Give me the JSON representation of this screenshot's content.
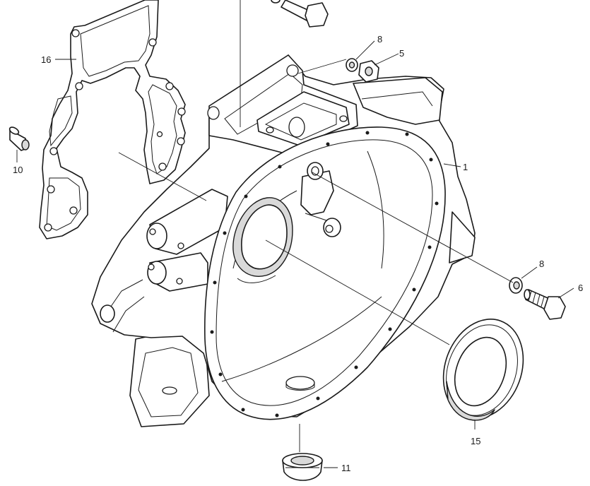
{
  "callouts": {
    "c1": "1",
    "c5": "5",
    "c6": "6",
    "c8a": "8",
    "c8b": "8",
    "c10": "10",
    "c11": "11",
    "c15": "15",
    "c16": "16"
  }
}
